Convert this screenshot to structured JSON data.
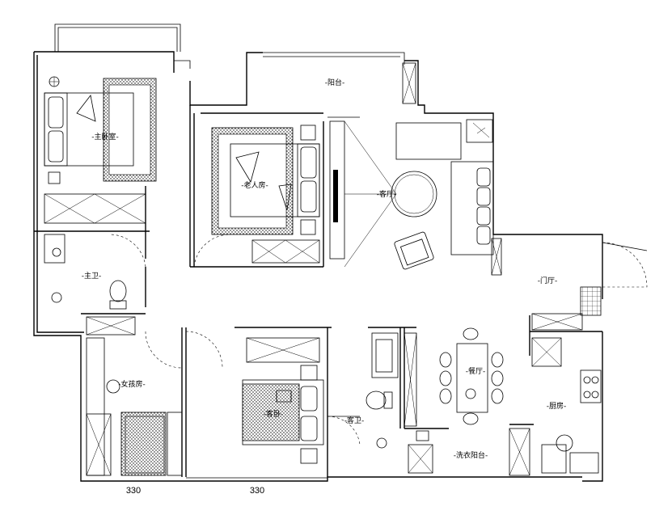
{
  "rooms": {
    "master_bedroom": "-主卧室-",
    "elder_room": "-老人房-",
    "balcony": "-阳台-",
    "living_room": "-客厅-",
    "master_bath": "-主卫-",
    "entrance": "-门厅-",
    "girls_room": "-女孩房-",
    "guest_room": "-客卧-",
    "guest_bath": "-客卫-",
    "dining": "-餐厅-",
    "kitchen": "-厨房-",
    "laundry_balcony": "-洗衣阳台-"
  },
  "dimensions": {
    "girls_room_width": "330",
    "guest_room_width": "330"
  }
}
